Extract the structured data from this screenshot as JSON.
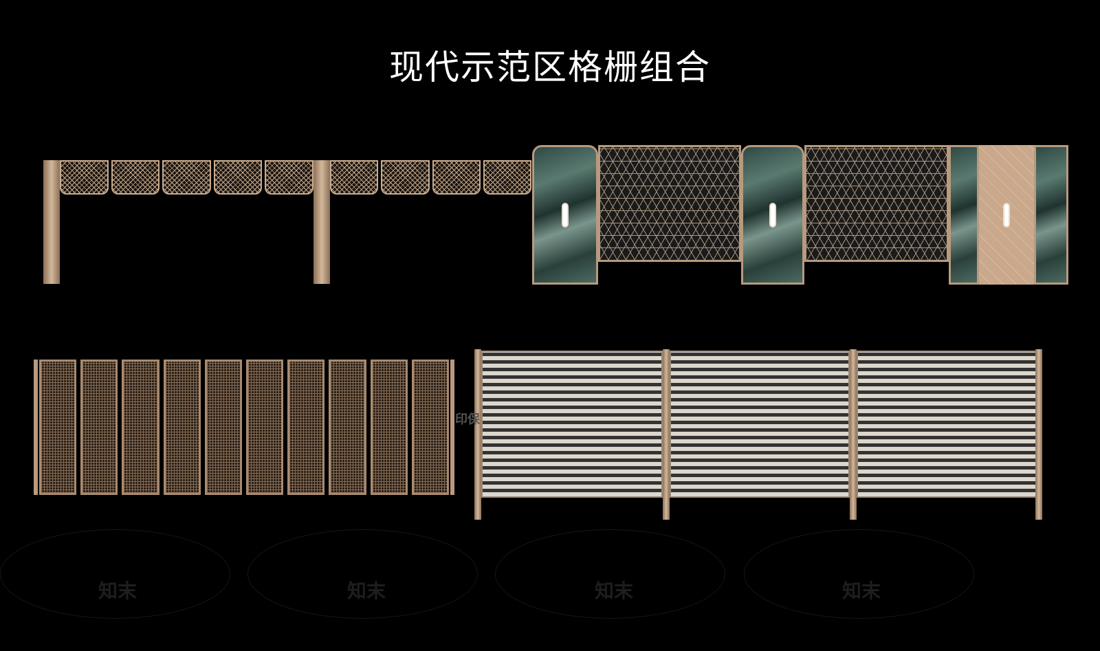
{
  "slide": {
    "title": "现代示范区格栅组合",
    "watermark": {
      "brand": "知末",
      "partial_text": "印保"
    },
    "panels": [
      {
        "name": "lattice-fence-with-posts"
      },
      {
        "name": "marble-pillar-hex-grille"
      },
      {
        "name": "bronze-mesh-screen"
      },
      {
        "name": "horizontal-slat-grille"
      }
    ],
    "colors": {
      "background": "#000000",
      "title": "#ffffff",
      "accent": "#b89a7e"
    }
  }
}
